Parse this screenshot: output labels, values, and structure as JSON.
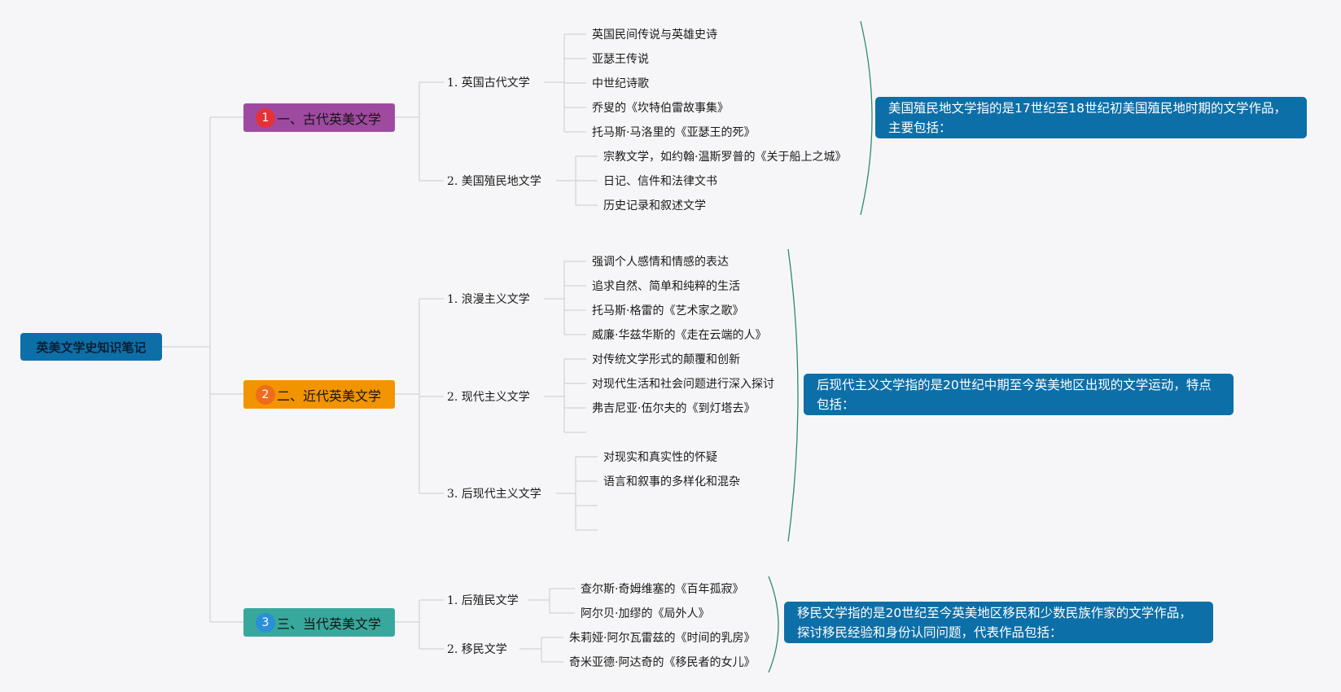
{
  "root": {
    "label": "英美文学史知识笔记"
  },
  "sections": [
    {
      "number": "1",
      "label": "一、古代英美文学",
      "color": "#9f4aa1",
      "badge_color": "#e53238",
      "subs": [
        {
          "label": "1. 英国古代文学",
          "items": [
            "英国民间传说与英雄史诗",
            "亚瑟王传说",
            "中世纪诗歌",
            "乔叟的《坎特伯雷故事集》",
            "托马斯·马洛里的《亚瑟王的死》"
          ]
        },
        {
          "label": "2. 美国殖民地文学",
          "items": [
            "宗教文学，如约翰·温斯罗普的《关于船上之城》",
            "日记、信件和法律文书",
            "历史记录和叙述文学"
          ]
        }
      ],
      "summary": "美国殖民地文学指的是17世纪至18世纪初美国殖民地时期的文学作品，主要包括："
    },
    {
      "number": "2",
      "label": "二、近代英美文学",
      "color": "#f29400",
      "badge_color": "#ef6c1c",
      "subs": [
        {
          "label": "1. 浪漫主义文学",
          "items": [
            "强调个人感情和情感的表达",
            "追求自然、简单和纯粹的生活",
            "托马斯·格雷的《艺术家之歌》",
            "威廉·华兹华斯的《走在云端的人》"
          ]
        },
        {
          "label": "2. 现代主义文学",
          "items": [
            "对传统文学形式的颠覆和创新",
            "对现代生活和社会问题进行深入探讨",
            "弗吉尼亚·伍尔夫的《到灯塔去》"
          ]
        },
        {
          "label": "3. 后现代主义文学",
          "items": [
            "对现实和真实性的怀疑",
            "语言和叙事的多样化和混杂",
            "",
            ""
          ]
        }
      ],
      "summary": "后现代主义文学指的是20世纪中期至今英美地区出现的文学运动，特点包括："
    },
    {
      "number": "3",
      "label": "三、当代英美文学",
      "color": "#39a89c",
      "badge_color": "#2b8fd8",
      "subs": [
        {
          "label": "1. 后殖民文学",
          "items": [
            "查尔斯·奇姆维塞的《百年孤寂》",
            "阿尔贝·加缪的《局外人》"
          ]
        },
        {
          "label": "2. 移民文学",
          "items": [
            "朱莉娅·阿尔瓦雷兹的《时间的乳房》",
            "奇米亚德·阿达奇的《移民者的女儿》"
          ]
        }
      ],
      "summary": "移民文学指的是20世纪至今英美地区移民和少数民族作家的文学作品，探讨移民经验和身份认同问题，代表作品包括："
    }
  ],
  "colors": {
    "root": "#0d6fa8",
    "note": "#0d6fa8",
    "branch_line": "#cfd2d6",
    "bracket": "#2e8a73"
  }
}
